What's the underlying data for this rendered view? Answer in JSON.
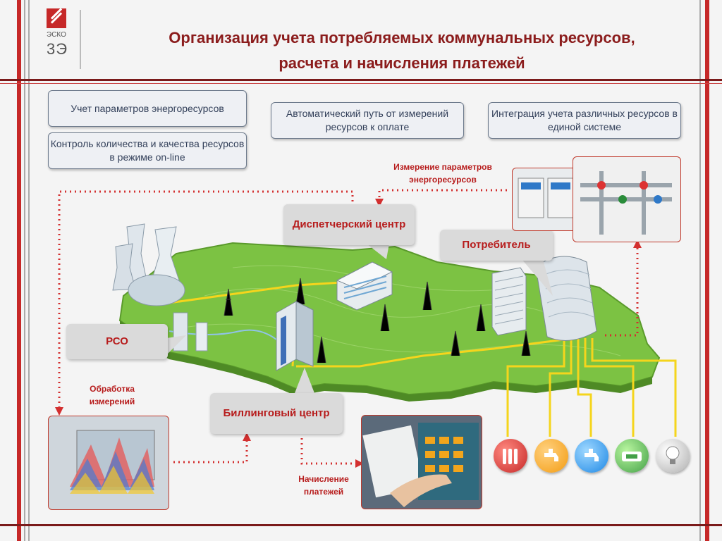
{
  "logo": {
    "brand": "ЭСКО",
    "mark": "3Э"
  },
  "title": {
    "line1": "Организация учета потребляемых коммунальных ресурсов,",
    "line2": "расчета и начисления платежей"
  },
  "features": {
    "uchet": "Учет параметров энергоресурсов",
    "kontrol": "Контроль количества и качества ресурсов в режиме on-line",
    "put": "Автоматический путь от измерений ресурсов к оплате",
    "integr": "Интеграция учета различных ресурсов в единой системе"
  },
  "nodes": {
    "disp": "Диспетчерский центр",
    "potr": "Потребитель",
    "rso": "РСО",
    "bill": "Биллинговый центр"
  },
  "labels": {
    "izmer": "Измерение параметров энергоресурсов",
    "obrab": "Обработка измерений",
    "nachisl": "Начисление платежей"
  },
  "icons": [
    "radiator-icon",
    "hot-water-tap-icon",
    "cold-water-tap-icon",
    "gas-meter-icon",
    "light-bulb-icon"
  ],
  "colors": {
    "accent": "#b71c1c",
    "title": "#8b1c1c",
    "land": "#7cc243",
    "line": "#f5d51c"
  }
}
